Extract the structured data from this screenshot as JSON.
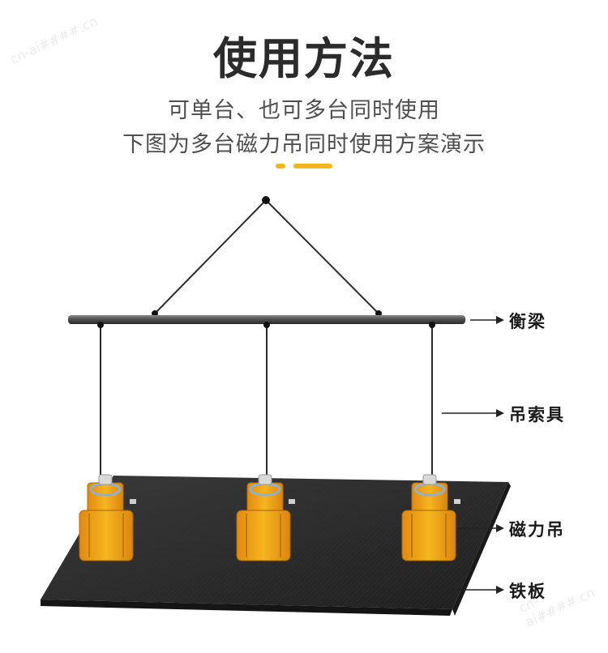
{
  "heading": {
    "title": "使用方法",
    "line1": "可单台、也可多台同时使用",
    "line2": "下图为多台磁力吊同时使用方案演示"
  },
  "labels": {
    "beam": "衡梁",
    "sling": "吊索具",
    "magnet": "磁力吊",
    "plate": "铁板"
  },
  "watermark": "cn-ai####.cn",
  "colors": {
    "accent": "#f2b61b",
    "magnet_body": "#f0a81c",
    "plate": "#2a2a2a",
    "beam": "#4a4a4a"
  }
}
